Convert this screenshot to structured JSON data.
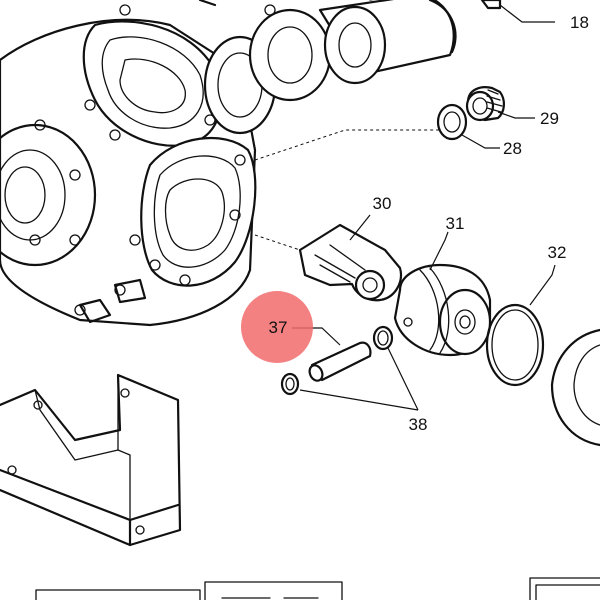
{
  "diagram": {
    "highlight_color": "#f26b6b",
    "callouts": [
      {
        "id": "c18",
        "label": "18"
      },
      {
        "id": "c29",
        "label": "29"
      },
      {
        "id": "c28",
        "label": "28"
      },
      {
        "id": "c30",
        "label": "30"
      },
      {
        "id": "c31",
        "label": "31"
      },
      {
        "id": "c32",
        "label": "32"
      },
      {
        "id": "c37",
        "label": "37",
        "highlighted": true
      },
      {
        "id": "c38",
        "label": "38"
      }
    ]
  }
}
